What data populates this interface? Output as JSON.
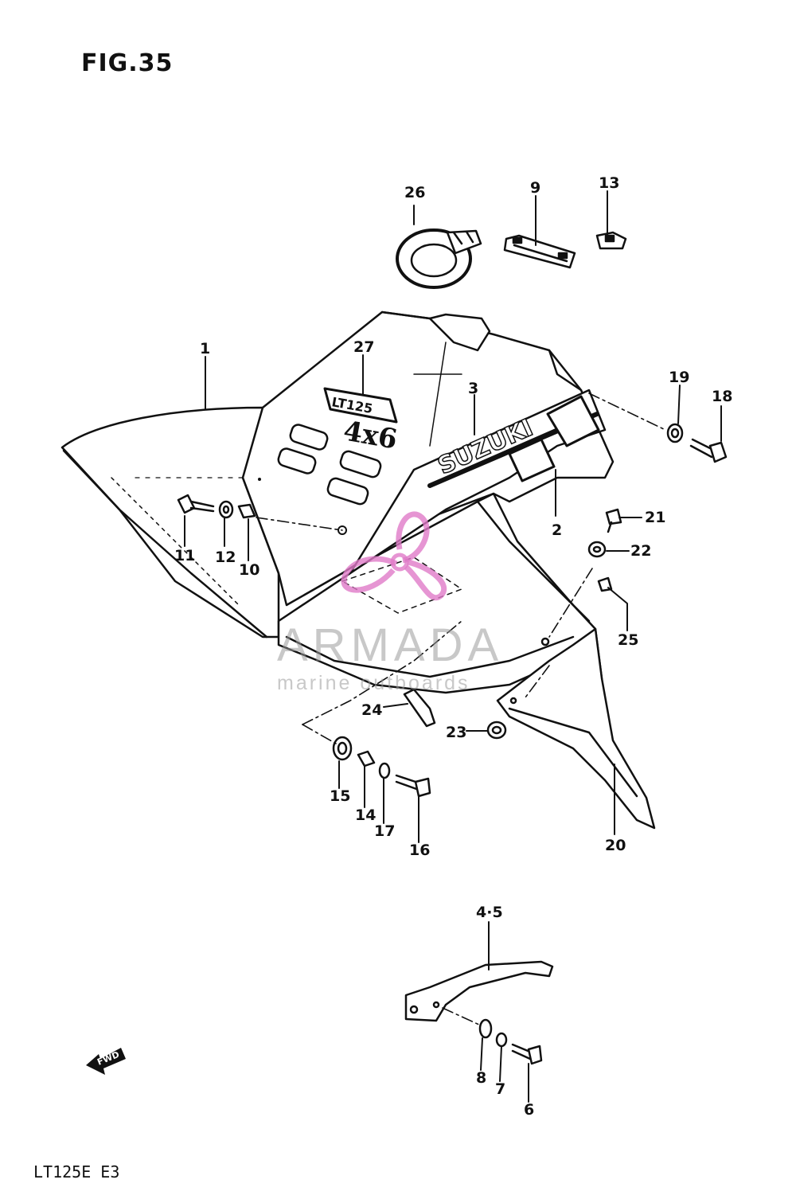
{
  "figure": {
    "title": "FIG.35",
    "model": "LT125E E3"
  },
  "decals": {
    "brand": "SUZUKI",
    "model_badge": "LT125",
    "model_badge_sub": "4x6",
    "fwd": "FWD"
  },
  "watermark": {
    "name": "ARMADA",
    "tagline": "marine outboards"
  },
  "callouts": [
    "1",
    "2",
    "3",
    "4·5",
    "6",
    "7",
    "8",
    "9",
    "10",
    "11",
    "12",
    "13",
    "14",
    "15",
    "16",
    "17",
    "18",
    "19",
    "20",
    "21",
    "22",
    "23",
    "24",
    "25",
    "26",
    "27"
  ],
  "colors": {
    "line": "#111111",
    "watermark_logo": "#e07ac8",
    "watermark_text": "#9a9a9a"
  }
}
